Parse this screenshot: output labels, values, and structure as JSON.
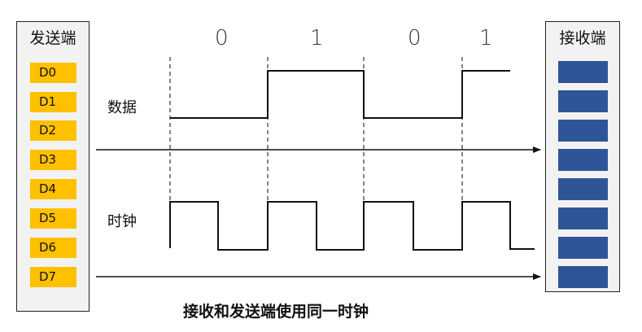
{
  "sender": {
    "title": "发送端",
    "lines": [
      "D0",
      "D1",
      "D2",
      "D3",
      "D4",
      "D5",
      "D6",
      "D7"
    ],
    "box_color": "#ffc000"
  },
  "receiver": {
    "title": "接收端",
    "register_count": 8,
    "box_color": "#2e5597"
  },
  "signals": {
    "data_label": "数据",
    "clock_label": "时钟",
    "bits": [
      "0",
      "1",
      "0",
      "1"
    ]
  },
  "caption": "接收和发送端使用同一时钟"
}
